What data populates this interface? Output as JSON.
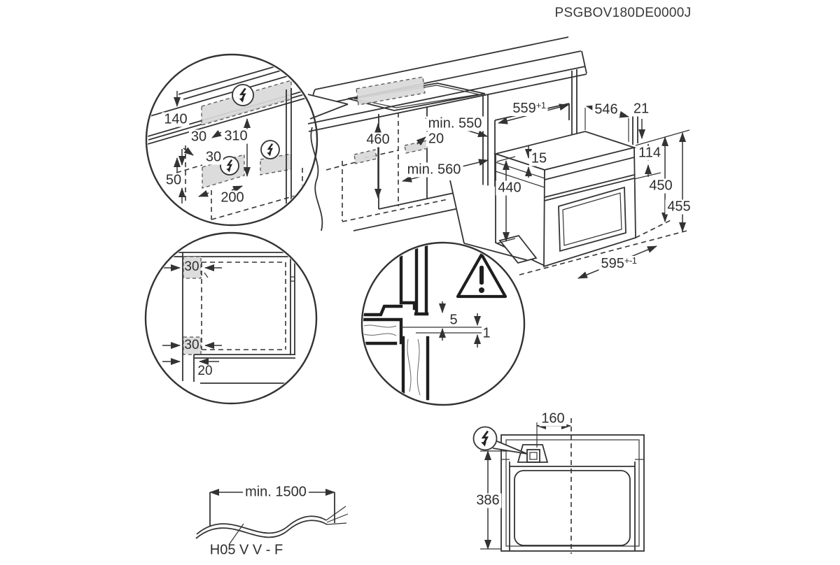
{
  "title": "PSGBOV180DE0000J",
  "colors": {
    "line": "#333333",
    "shade": "#d9d9d9",
    "background": "#ffffff"
  },
  "icons": {
    "electrical": "lightning-bolt",
    "caution": "warning-triangle"
  },
  "installation_detail": {
    "counter_height": "140",
    "offset_top": "30",
    "height_mid": "310",
    "offset_mid": "30",
    "zone_height": "50",
    "zone_width": "200"
  },
  "cabinet_view": {
    "interior_height": "460",
    "depth_min": "min. 550",
    "rear_gap": "20",
    "width_min": "min. 560"
  },
  "oven_view": {
    "niche_width": "559",
    "niche_width_tol": "+1",
    "depth": "546",
    "rear_gap": "21",
    "top_gap": "15",
    "panel_height": "114",
    "body_height": "440",
    "front_height": "450",
    "total_height": "455",
    "front_width": "595",
    "front_width_tol": "+-1"
  },
  "front_detail": {
    "spacer_top": "30",
    "spacer_bottom": "30",
    "plinth_recess": "20"
  },
  "section_detail": {
    "gap_panel": "5",
    "gap_counter": "1"
  },
  "rear_view": {
    "conduit_offset": "160",
    "conduit_height": "386"
  },
  "cable": {
    "min_length": "min. 1500",
    "cable_type": "H05 V V - F"
  }
}
